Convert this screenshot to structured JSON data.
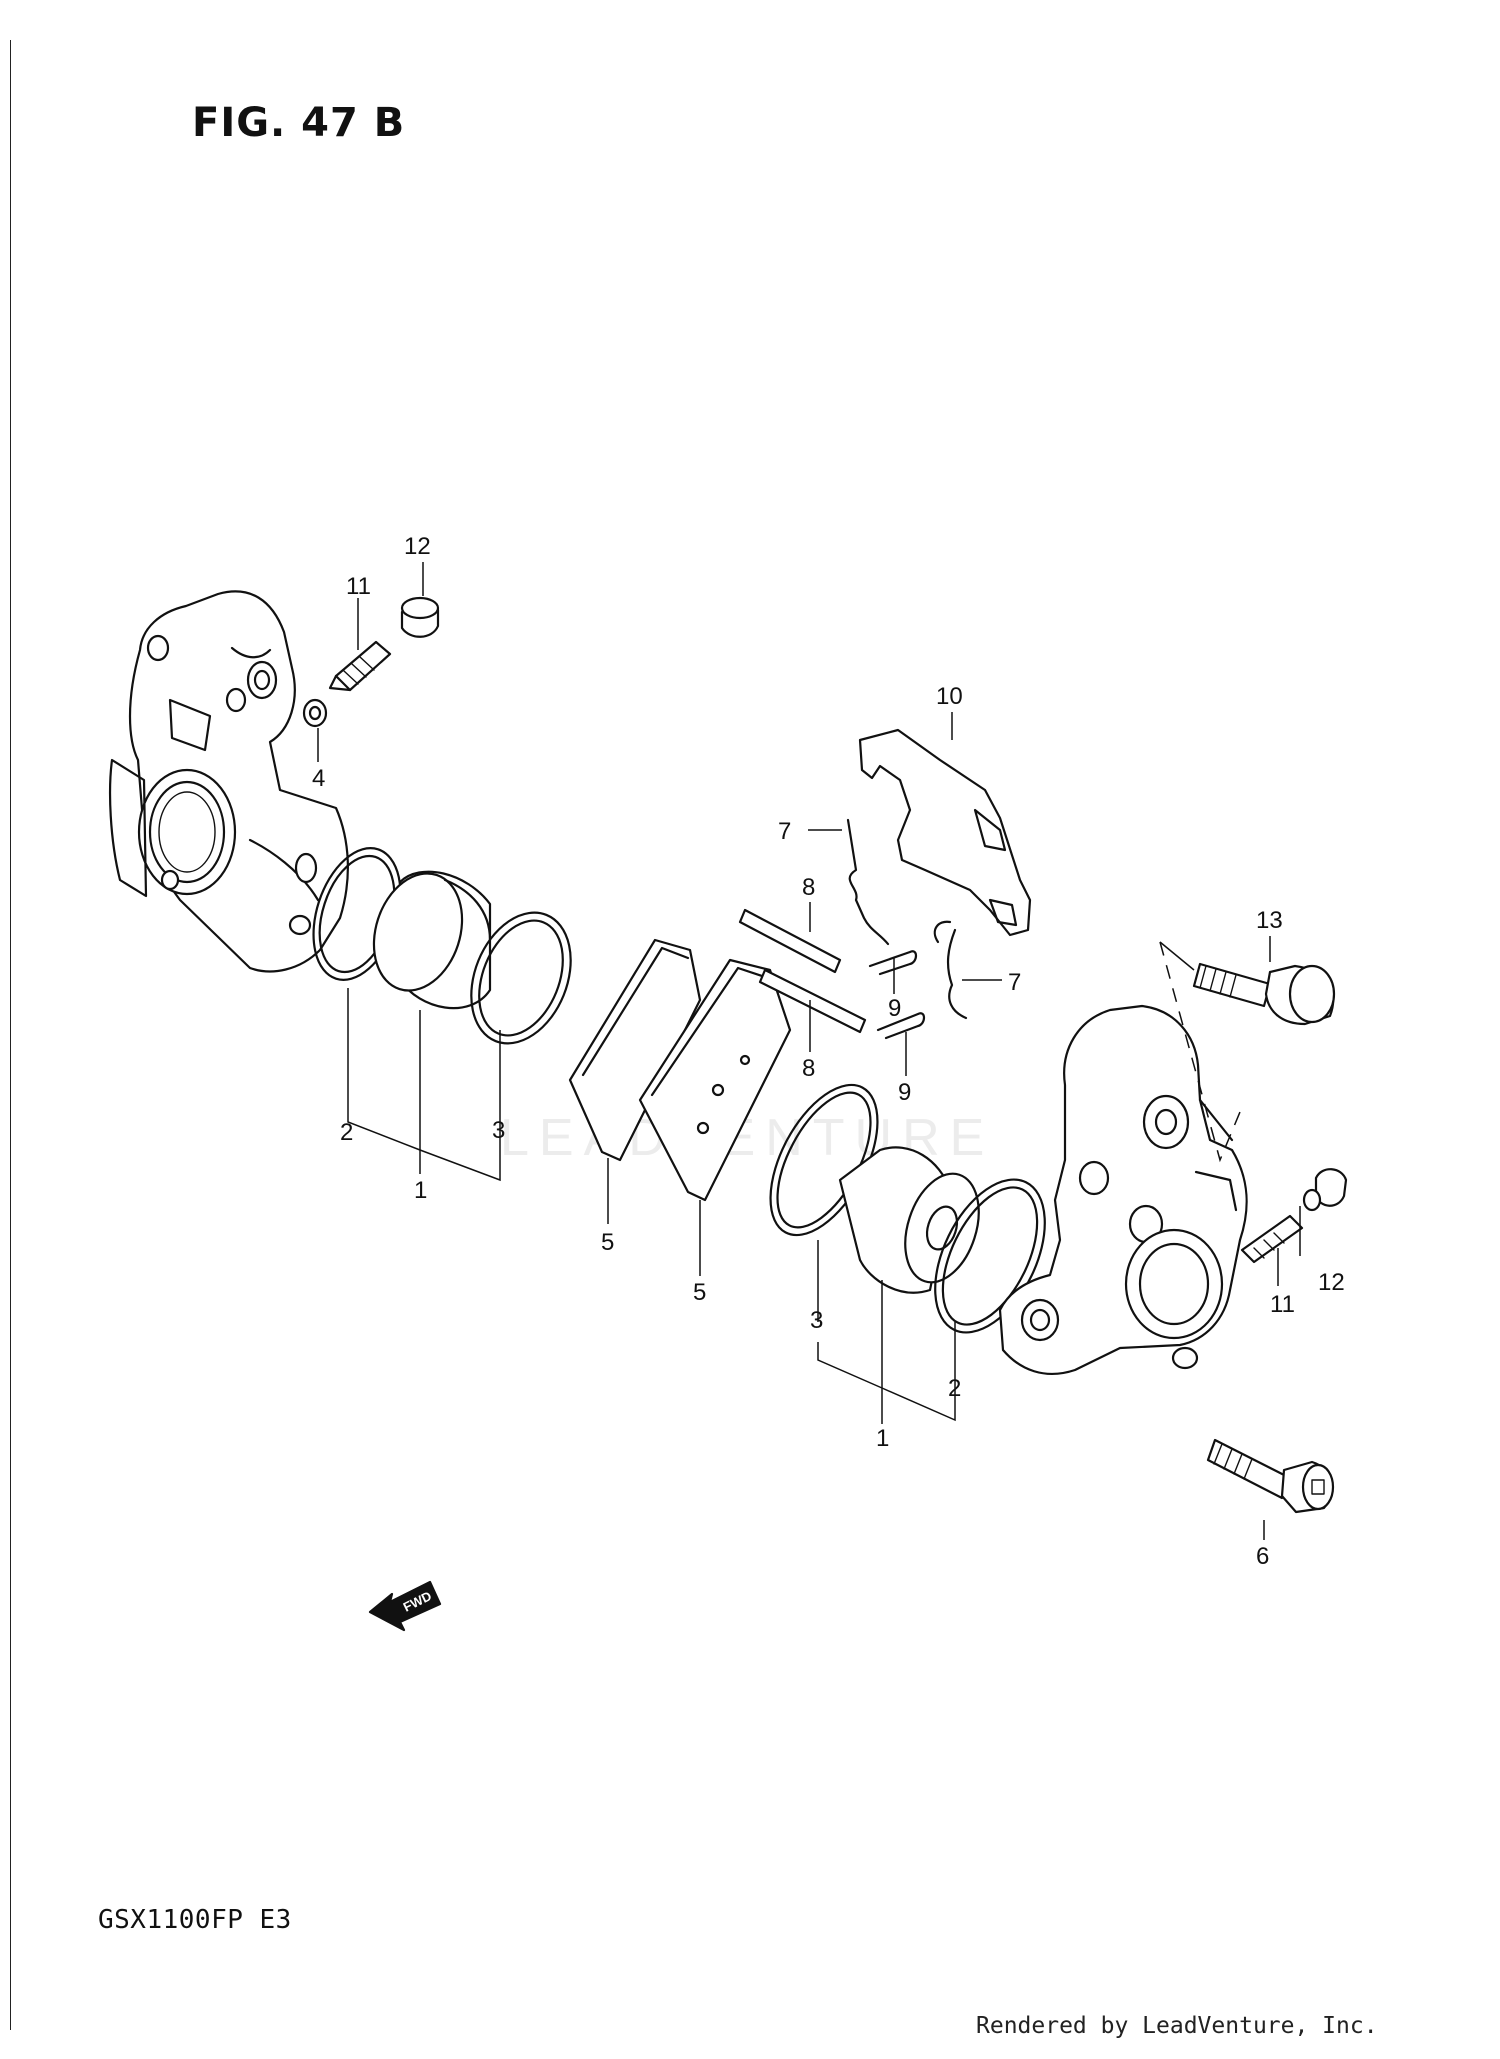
{
  "figure_title": "FIG. 47 B",
  "model_code": "GSX1100FP  E3",
  "rendered_by": "Rendered by LeadVenture, Inc.",
  "watermark": "LEADVENTURE",
  "fwd_label": "FWD",
  "callouts": {
    "c12_top": "12",
    "c11_top": "11",
    "c4": "4",
    "c10": "10",
    "c7_top": "7",
    "c8_top": "8",
    "c9_top": "9",
    "c7_right": "7",
    "c8_low": "8",
    "c9_low": "9",
    "c13": "13",
    "c2_left": "2",
    "c3_left": "3",
    "c1_left": "1",
    "c5_a": "5",
    "c5_b": "5",
    "c11_right": "11",
    "c12_right": "12",
    "c3_right": "3",
    "c2_right": "2",
    "c1_right": "1",
    "c6": "6"
  }
}
